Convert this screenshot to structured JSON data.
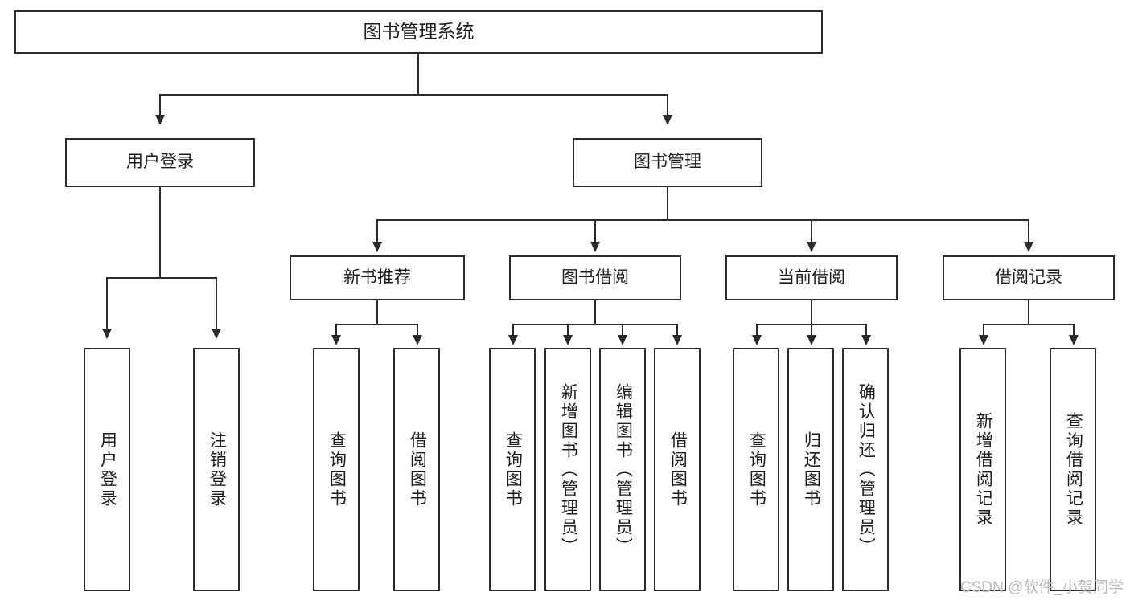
{
  "diagram": {
    "title": "图书管理系统",
    "watermark": "CSDN @软件_小贺同学",
    "nodes": {
      "root": "图书管理系统",
      "user_login": "用户登录",
      "book_manage": "图书管理",
      "new_book_rec": "新书推荐",
      "book_borrow": "图书借阅",
      "current_borrow": "当前借阅",
      "borrow_record": "借阅记录",
      "leaf_user_login": "用户登录",
      "leaf_user_logout": "注销登录",
      "leaf_query_book_1": "查询图书",
      "leaf_borrow_book_1": "借阅图书",
      "leaf_query_book_2": "查询图书",
      "leaf_add_book": "新增图书（管理员）",
      "leaf_edit_book": "编辑图书（管理员）",
      "leaf_borrow_book_2": "借阅图书",
      "leaf_query_book_3": "查询图书",
      "leaf_return_book": "归还图书",
      "leaf_confirm_return": "确认归还（管理员）",
      "leaf_add_record": "新增借阅记录",
      "leaf_query_record": "查询借阅记录"
    }
  }
}
